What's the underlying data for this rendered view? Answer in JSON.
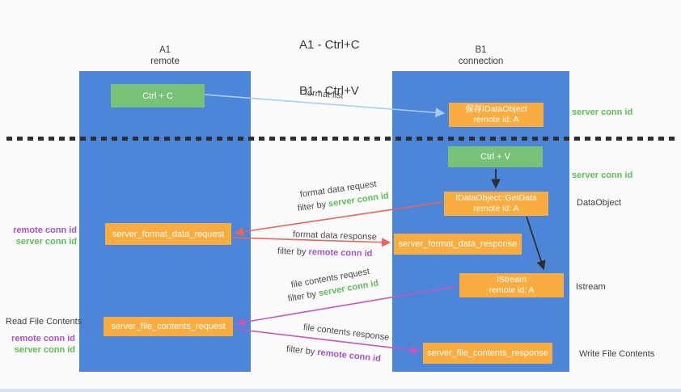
{
  "title": {
    "line1": "A1 - Ctrl+C",
    "line2": "B1 - Ctrl+V"
  },
  "columns": {
    "a1": {
      "name": "A1",
      "subtitle": "remote"
    },
    "b1": {
      "name": "B1",
      "subtitle": "connection"
    }
  },
  "boxes": {
    "ctrl_c": "Ctrl + C",
    "ctrl_v": "Ctrl + V",
    "save_dataobject_line1": "保存IDataObject",
    "save_dataobject_line2": "remote id: A",
    "getdata_line1": "IDataObject::GetData",
    "getdata_line2": "remote id: A",
    "istream_line1": "IStream",
    "istream_line2": "remote id: A",
    "format_request": "server_format_data_request",
    "format_response": "server_format_data_response",
    "file_request": "server_file_contents_request",
    "file_response": "server_file_contents_response"
  },
  "side_labels": {
    "server_conn_id_top": "server conn id",
    "server_conn_id_mid": "server conn id",
    "dataobject": "DataObject",
    "istream": "Istream",
    "write_file_contents": "Write File Contents",
    "read_file_contents": "Read File Contents",
    "left_remote_conn_id_top": "remote conn id",
    "left_server_conn_id_top": "server conn id",
    "left_remote_conn_id_bottom": "remote conn id",
    "left_server_conn_id_bottom": "server conn id"
  },
  "flow_labels": {
    "format_list": "format list",
    "format_data_request": "format data request",
    "format_data_response": "format data response",
    "file_contents_request": "file contents request",
    "file_contents_response": "file contents response",
    "filter_by": "filter by ",
    "server_conn_id": "server conn id",
    "remote_conn_id": "remote conn id"
  },
  "colors": {
    "column_blue": "#4d86d8",
    "box_green": "#77c277",
    "box_orange": "#f9ac40",
    "arrow_red": "#e8645c",
    "arrow_magenta": "#c158be",
    "arrow_lightblue": "#a8cdf0",
    "arrow_black": "#2e2e2e",
    "text_green": "#5fbc5a",
    "text_purple": "#ab53c6",
    "background": "#fafafa"
  }
}
